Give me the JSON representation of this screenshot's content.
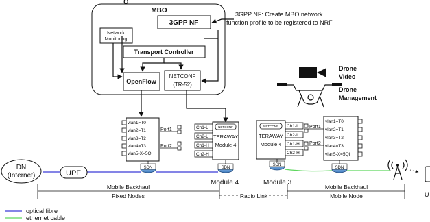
{
  "top_cut_text": "g",
  "mbo": {
    "title": "MBO",
    "nf_box": "3GPP NF",
    "nf_note_line1": "3GPP NF: Create MBO network",
    "nf_note_line2": "function profile to be registered to NRF",
    "netmon_line1": "Network",
    "netmon_line2": "Monitoring",
    "transport_controller": "Transport Controller",
    "openflow": "OpenFlow",
    "netconf_line1": "NETCONF",
    "netconf_line2": "(TR-52)"
  },
  "drone": {
    "video_line1": "Drone",
    "video_line2": "Video",
    "mgmt_line1": "Drone",
    "mgmt_line2": "Management"
  },
  "switch_left": {
    "vlans": [
      "vlan1=T0",
      "vlan2=T1",
      "vlan3=T2",
      "vlan4=T3",
      "vlan5-X=5QI"
    ],
    "ports": [
      "Port1",
      "Port2"
    ],
    "sdn": "SDN"
  },
  "switch_right": {
    "vlans": [
      "vlan1=T0",
      "vlan2=T1",
      "vlan3=T2",
      "vlan4=T3",
      "vlan5-X=5QI"
    ],
    "ports": [
      "Port1",
      "Port2"
    ],
    "sdn": "SDN"
  },
  "module_left": {
    "channels": [
      "Ch1-L",
      "Ch2-L",
      "Ch1-H",
      "Ch2-H"
    ],
    "netconf_tag": "NETCONF",
    "name_line1": "TERAWAY",
    "name_line2": "Module 4",
    "sdn": "SDN",
    "caption": "Module 4"
  },
  "module_right": {
    "channels": [
      "Ch1-L",
      "Ch2-L",
      "Ch1-H",
      "Ch2-H"
    ],
    "netconf_tag": "NETCONF",
    "name_line1": "TERAWAY",
    "name_line2": "Module 4",
    "sdn": "SDN",
    "caption": "Module 3"
  },
  "dn_line1": "DN",
  "dn_line2": "(Internet)",
  "upf": "UPF",
  "ue_cut": "U",
  "segments": {
    "backhaul_left": "Mobile Backhaul",
    "fixed_nodes": "Fixed Nodes",
    "radio_link": "Radio Link",
    "backhaul_right": "Mobile Backhaul",
    "mobile_node": "Mobile Node"
  },
  "legend": [
    {
      "label": "optical fibre",
      "color": "#3b3bd6"
    },
    {
      "label": "ethernet cable",
      "color": "#5ed65e"
    }
  ],
  "colors": {
    "optical": "#3b3bd6",
    "ethernet": "#5ed65e",
    "router": "#4a86c8"
  }
}
